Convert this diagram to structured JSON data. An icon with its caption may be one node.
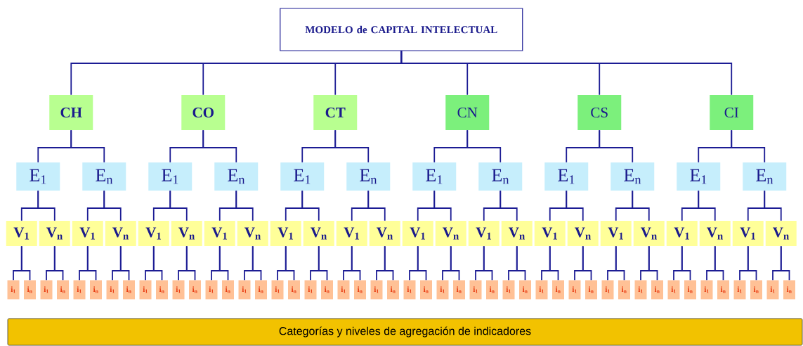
{
  "diagram": {
    "nodes": [
      {
        "text": [
          "MODELO de CAPITAL INTELECTUAL"
        ]
      },
      {
        "text": [
          "CH"
        ]
      },
      {
        "text": [
          "CO"
        ]
      },
      {
        "text": [
          "CT"
        ]
      },
      {
        "text": [
          "CN"
        ]
      },
      {
        "text": [
          "CS"
        ]
      },
      {
        "text": [
          "CI"
        ]
      },
      {
        "text": [
          "E$_{1}$"
        ]
      },
      {
        "text": [
          "E$_{n}$"
        ]
      },
      {
        "text": [
          "E$_{1}$"
        ]
      },
      {
        "text": [
          "E$_{n}$"
        ]
      },
      {
        "text": [
          "E$_{1}$"
        ]
      },
      {
        "text": [
          "E$_{n}$"
        ]
      },
      {
        "text": [
          "E$_{1}$"
        ]
      },
      {
        "text": [
          "E$_{n}$"
        ]
      },
      {
        "text": [
          "E$_{1}$"
        ]
      },
      {
        "text": [
          "E$_{n}$"
        ]
      },
      {
        "text": [
          "E$_{1}$"
        ]
      },
      {
        "text": [
          "E$_{n}$"
        ]
      },
      {
        "text": [
          "V$_{1}$"
        ]
      },
      {
        "text": [
          "V$_{n}$"
        ]
      },
      {
        "text": [
          "V$_{1}$"
        ]
      },
      {
        "text": [
          "V$_{n}$"
        ]
      },
      {
        "text": [
          "V$_{1}$"
        ]
      },
      {
        "text": [
          "V$_{n}$"
        ]
      },
      {
        "text": [
          "V$_{1}$"
        ]
      },
      {
        "text": [
          "V$_{n}$"
        ]
      },
      {
        "text": [
          "V$_{1}$"
        ]
      },
      {
        "text": [
          "V$_{n}$"
        ]
      },
      {
        "text": [
          "V$_{1}$"
        ]
      },
      {
        "text": [
          "V$_{n}$"
        ]
      },
      {
        "text": [
          "V$_{1}$"
        ]
      },
      {
        "text": [
          "V$_{n}$"
        ]
      },
      {
        "text": [
          "V$_{1}$"
        ]
      },
      {
        "text": [
          "V$_{n}$"
        ]
      },
      {
        "text": [
          "V$_{1}$"
        ]
      },
      {
        "text": [
          "V$_{n}$"
        ]
      },
      {
        "text": [
          "V$_{1}$"
        ]
      },
      {
        "text": [
          "V$_{n}$"
        ]
      },
      {
        "text": [
          "V$_{1}$"
        ]
      },
      {
        "text": [
          "V$_{n}$"
        ]
      },
      {
        "text": [
          "V$_{1}$"
        ]
      },
      {
        "text": [
          "V$_{n}$"
        ]
      },
      {
        "text": [
          "i$_{1}$"
        ]
      },
      {
        "text": [
          "i$_{n}$"
        ]
      },
      {
        "text": [
          "i$_{1}$"
        ]
      },
      {
        "text": [
          "i$_{n}$"
        ]
      },
      {
        "text": [
          "i$_{1}$"
        ]
      },
      {
        "text": [
          "i$_{n}$"
        ]
      },
      {
        "text": [
          "i$_{1}$"
        ]
      },
      {
        "text": [
          "i$_{n}$"
        ]
      },
      {
        "text": [
          "i$_{1}$"
        ]
      },
      {
        "text": [
          "i$_{n}$"
        ]
      },
      {
        "text": [
          "i$_{1}$"
        ]
      },
      {
        "text": [
          "i$_{n}$"
        ]
      },
      {
        "text": [
          "i$_{1}$"
        ]
      },
      {
        "text": [
          "i$_{n}$"
        ]
      },
      {
        "text": [
          "i$_{1}$"
        ]
      },
      {
        "text": [
          "i$_{n}$"
        ]
      },
      {
        "text": [
          "i$_{1}$"
        ]
      },
      {
        "text": [
          "i$_{n}$"
        ]
      },
      {
        "text": [
          "i$_{1}$"
        ]
      },
      {
        "text": [
          "i$_{n}$"
        ]
      },
      {
        "text": [
          "i$_{1}$"
        ]
      },
      {
        "text": [
          "i$_{n}$"
        ]
      },
      {
        "text": [
          "i$_{1}$"
        ]
      },
      {
        "text": [
          "i$_{n}$"
        ]
      },
      {
        "text": [
          "i$_{1}$"
        ]
      },
      {
        "text": [
          "i$_{n}$"
        ]
      },
      {
        "text": [
          "i$_{1}$"
        ]
      },
      {
        "text": [
          "i$_{n}$"
        ]
      },
      {
        "text": [
          "i$_{1}$"
        ]
      },
      {
        "text": [
          "i$_{n}$"
        ]
      },
      {
        "text": [
          "i$_{1}$"
        ]
      },
      {
        "text": [
          "i$_{n}$"
        ]
      },
      {
        "text": [
          "i$_{1}$"
        ]
      },
      {
        "text": [
          "i$_{n}$"
        ]
      },
      {
        "text": [
          "i$_{1}$"
        ]
      },
      {
        "text": [
          "i$_{n}$"
        ]
      },
      {
        "text": [
          "i$_{1}$"
        ]
      },
      {
        "text": [
          "i$_{n}$"
        ]
      },
      {
        "text": [
          "i$_{1}$"
        ]
      },
      {
        "text": [
          "i$_{n}$"
        ]
      },
      {
        "text": [
          "i$_{1}$"
        ]
      },
      {
        "text": [
          "i$_{n}$"
        ]
      },
      {
        "text": [
          "i$_{1}$"
        ]
      },
      {
        "text": [
          "i$_{n}$"
        ]
      },
      {
        "text": [
          "i$_{1}$"
        ]
      },
      {
        "text": [
          "i$_{n}$"
        ]
      },
      {
        "text": [
          "i$_{1}$"
        ]
      },
      {
        "text": [
          "i$_{n}$"
        ]
      },
      {
        "text": [
          "Categorías y niveles de agregación de indicadores"
        ]
      }
    ],
    "edges": [
      {
        "from": 0,
        "to": 1,
        "arrow": "none"
      },
      {
        "from": 0,
        "to": 2,
        "arrow": "none"
      },
      {
        "from": 0,
        "to": 3,
        "arrow": "none"
      },
      {
        "from": 0,
        "to": 4,
        "arrow": "none"
      },
      {
        "from": 0,
        "to": 5,
        "arrow": "none"
      },
      {
        "from": 0,
        "to": 6,
        "arrow": "none"
      },
      {
        "from": 1,
        "to": 7,
        "arrow": "none"
      },
      {
        "from": 1,
        "to": 8,
        "arrow": "none"
      },
      {
        "from": 2,
        "to": 9,
        "arrow": "none"
      },
      {
        "from": 2,
        "to": 10,
        "arrow": "none"
      },
      {
        "from": 3,
        "to": 11,
        "arrow": "none"
      },
      {
        "from": 3,
        "to": 12,
        "arrow": "none"
      },
      {
        "from": 4,
        "to": 13,
        "arrow": "none"
      },
      {
        "from": 4,
        "to": 14,
        "arrow": "none"
      },
      {
        "from": 5,
        "to": 15,
        "arrow": "none"
      },
      {
        "from": 5,
        "to": 16,
        "arrow": "none"
      },
      {
        "from": 6,
        "to": 17,
        "arrow": "none"
      },
      {
        "from": 6,
        "to": 18,
        "arrow": "none"
      },
      {
        "from": 7,
        "to": 19,
        "arrow": "none"
      },
      {
        "from": 7,
        "to": 20,
        "arrow": "none"
      },
      {
        "from": 8,
        "to": 21,
        "arrow": "none"
      },
      {
        "from": 8,
        "to": 22,
        "arrow": "none"
      },
      {
        "from": 9,
        "to": 23,
        "arrow": "none"
      },
      {
        "from": 9,
        "to": 24,
        "arrow": "none"
      },
      {
        "from": 10,
        "to": 25,
        "arrow": "none"
      },
      {
        "from": 10,
        "to": 26,
        "arrow": "none"
      },
      {
        "from": 11,
        "to": 27,
        "arrow": "none"
      },
      {
        "from": 11,
        "to": 28,
        "arrow": "none"
      },
      {
        "from": 12,
        "to": 29,
        "arrow": "none"
      },
      {
        "from": 12,
        "to": 30,
        "arrow": "none"
      },
      {
        "from": 13,
        "to": 31,
        "arrow": "none"
      },
      {
        "from": 13,
        "to": 32,
        "arrow": "none"
      },
      {
        "from": 14,
        "to": 33,
        "arrow": "none"
      },
      {
        "from": 14,
        "to": 34,
        "arrow": "none"
      },
      {
        "from": 15,
        "to": 35,
        "arrow": "none"
      },
      {
        "from": 15,
        "to": 36,
        "arrow": "none"
      },
      {
        "from": 16,
        "to": 37,
        "arrow": "none"
      },
      {
        "from": 16,
        "to": 38,
        "arrow": "none"
      },
      {
        "from": 17,
        "to": 39,
        "arrow": "none"
      },
      {
        "from": 17,
        "to": 40,
        "arrow": "none"
      },
      {
        "from": 18,
        "to": 41,
        "arrow": "none"
      },
      {
        "from": 18,
        "to": 42,
        "arrow": "none"
      },
      {
        "from": 19,
        "to": 43,
        "arrow": "none"
      },
      {
        "from": 19,
        "to": 44,
        "arrow": "none"
      },
      {
        "from": 20,
        "to": 45,
        "arrow": "none"
      },
      {
        "from": 20,
        "to": 46,
        "arrow": "none"
      },
      {
        "from": 21,
        "to": 47,
        "arrow": "none"
      },
      {
        "from": 21,
        "to": 48,
        "arrow": "none"
      },
      {
        "from": 22,
        "to": 49,
        "arrow": "none"
      },
      {
        "from": 22,
        "to": 50,
        "arrow": "none"
      },
      {
        "from": 23,
        "to": 51,
        "arrow": "none"
      },
      {
        "from": 23,
        "to": 52,
        "arrow": "none"
      },
      {
        "from": 24,
        "to": 53,
        "arrow": "none"
      },
      {
        "from": 24,
        "to": 54,
        "arrow": "none"
      },
      {
        "from": 25,
        "to": 55,
        "arrow": "none"
      },
      {
        "from": 25,
        "to": 56,
        "arrow": "none"
      },
      {
        "from": 26,
        "to": 57,
        "arrow": "none"
      },
      {
        "from": 26,
        "to": 58,
        "arrow": "none"
      },
      {
        "from": 27,
        "to": 59,
        "arrow": "none"
      },
      {
        "from": 27,
        "to": 60,
        "arrow": "none"
      },
      {
        "from": 28,
        "to": 61,
        "arrow": "none"
      },
      {
        "from": 28,
        "to": 62,
        "arrow": "none"
      },
      {
        "from": 29,
        "to": 63,
        "arrow": "none"
      },
      {
        "from": 29,
        "to": 64,
        "arrow": "none"
      },
      {
        "from": 30,
        "to": 65,
        "arrow": "none"
      },
      {
        "from": 30,
        "to": 66,
        "arrow": "none"
      },
      {
        "from": 31,
        "to": 67,
        "arrow": "none"
      },
      {
        "from": 31,
        "to": 68,
        "arrow": "none"
      },
      {
        "from": 32,
        "to": 69,
        "arrow": "none"
      },
      {
        "from": 32,
        "to": 70,
        "arrow": "none"
      },
      {
        "from": 33,
        "to": 71,
        "arrow": "none"
      },
      {
        "from": 33,
        "to": 72,
        "arrow": "none"
      },
      {
        "from": 34,
        "to": 73,
        "arrow": "none"
      },
      {
        "from": 34,
        "to": 74,
        "arrow": "none"
      },
      {
        "from": 35,
        "to": 75,
        "arrow": "none"
      },
      {
        "from": 35,
        "to": 76,
        "arrow": "none"
      },
      {
        "from": 36,
        "to": 77,
        "arrow": "none"
      },
      {
        "from": 36,
        "to": 78,
        "arrow": "none"
      },
      {
        "from": 37,
        "to": 79,
        "arrow": "none"
      },
      {
        "from": 37,
        "to": 80,
        "arrow": "none"
      },
      {
        "from": 38,
        "to": 81,
        "arrow": "none"
      },
      {
        "from": 38,
        "to": 82,
        "arrow": "none"
      },
      {
        "from": 39,
        "to": 83,
        "arrow": "none"
      },
      {
        "from": 39,
        "to": 84,
        "arrow": "none"
      },
      {
        "from": 40,
        "to": 85,
        "arrow": "none"
      },
      {
        "from": 40,
        "to": 86,
        "arrow": "none"
      },
      {
        "from": 41,
        "to": 87,
        "arrow": "none"
      },
      {
        "from": 41,
        "to": 88,
        "arrow": "none"
      },
      {
        "from": 42,
        "to": 89,
        "arrow": "none"
      },
      {
        "from": 42,
        "to": 90,
        "arrow": "none"
      }
    ]
  }
}
